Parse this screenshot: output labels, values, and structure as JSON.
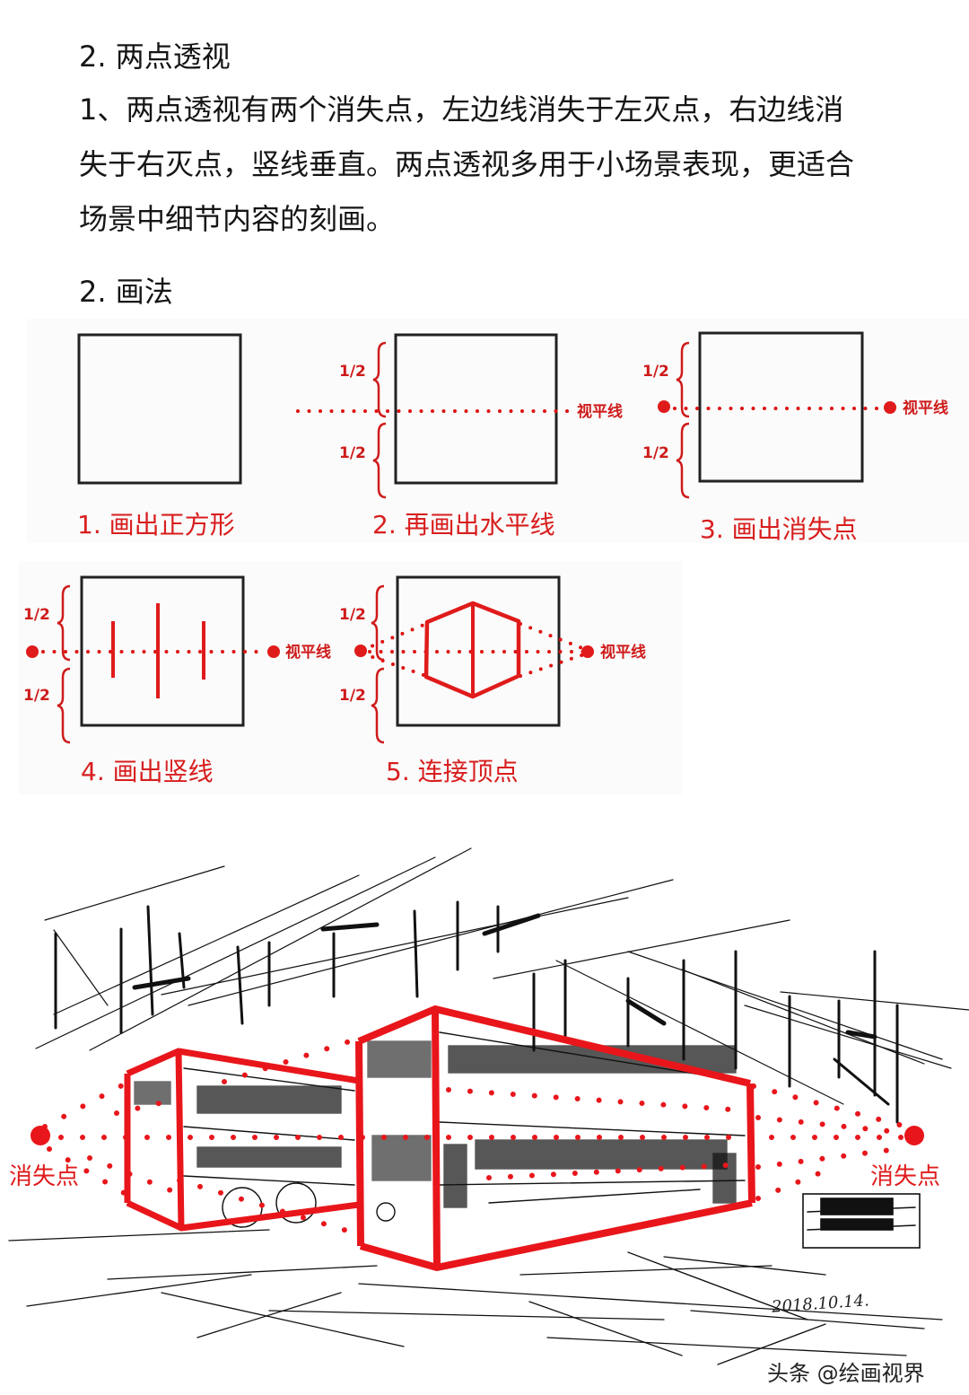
{
  "document": {
    "heading_1": "2. 两点透视",
    "paragraph_lines": [
      "1、两点透视有两个消失点，左边线消失于左灭点，右边线消",
      "失于右灭点，竖线垂直。两点透视多用于小场景表现，更适合",
      "场景中细节内容的刻画。"
    ],
    "heading_2": "2. 画法"
  },
  "steps": [
    {
      "caption": "1. 画出正方形"
    },
    {
      "caption": "2. 再画出水平线"
    },
    {
      "caption": "3.  画出消失点"
    },
    {
      "caption": "4. 画出竖线"
    },
    {
      "caption": "5. 连接顶点"
    }
  ],
  "labels": {
    "half": "1/2",
    "horizon_line": "视平线",
    "vanishing_point_left": "消失点",
    "vanishing_point_right": "消失点"
  },
  "sketch": {
    "signature": "2018.10.14.",
    "watermark": "头条 @绘画视界"
  },
  "colors": {
    "accent_red": "#e01b1b",
    "caption_red": "#d81e1e",
    "ink": "#151515"
  }
}
